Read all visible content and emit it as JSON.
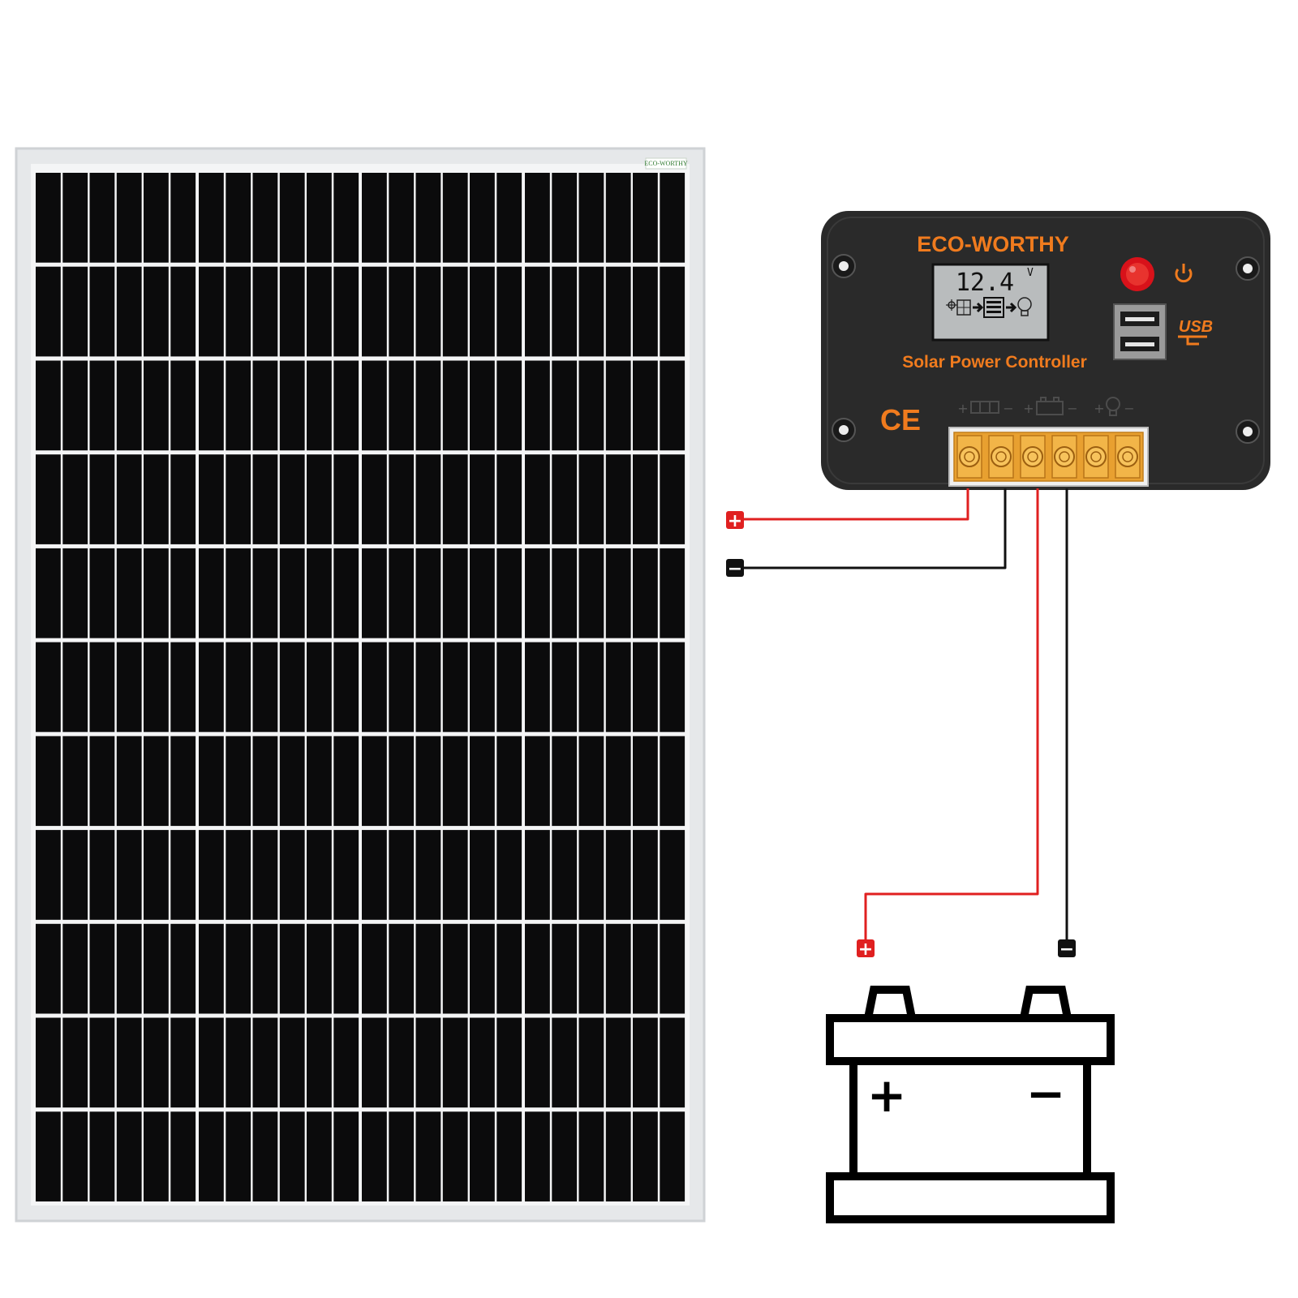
{
  "solar_panel": {
    "brand_label": "ECO-WORTHY",
    "rows": 11,
    "blocks": 4,
    "cells_per_block": 6
  },
  "controller": {
    "brand": "ECO-WORTHY",
    "title": "Solar Power Controller",
    "lcd_value": "12.4",
    "lcd_unit": "V",
    "usb_label": "USB",
    "ce_mark": "CE",
    "body_color": "#2a2a2a",
    "accent_color": "#f07b1e",
    "power_button_color": "#d8121a",
    "terminal_color": "#e8a030",
    "port_labels": [
      "+",
      "−",
      "+",
      "−",
      "+",
      "−"
    ]
  },
  "wiring": {
    "positive_color": "#e02020",
    "negative_color": "#111111",
    "load_positive_symbol": "+",
    "load_negative_symbol": "−",
    "battery_positive_symbol": "+",
    "battery_negative_symbol": "−"
  },
  "battery": {
    "positive_mark": "+",
    "negative_mark": "−"
  }
}
